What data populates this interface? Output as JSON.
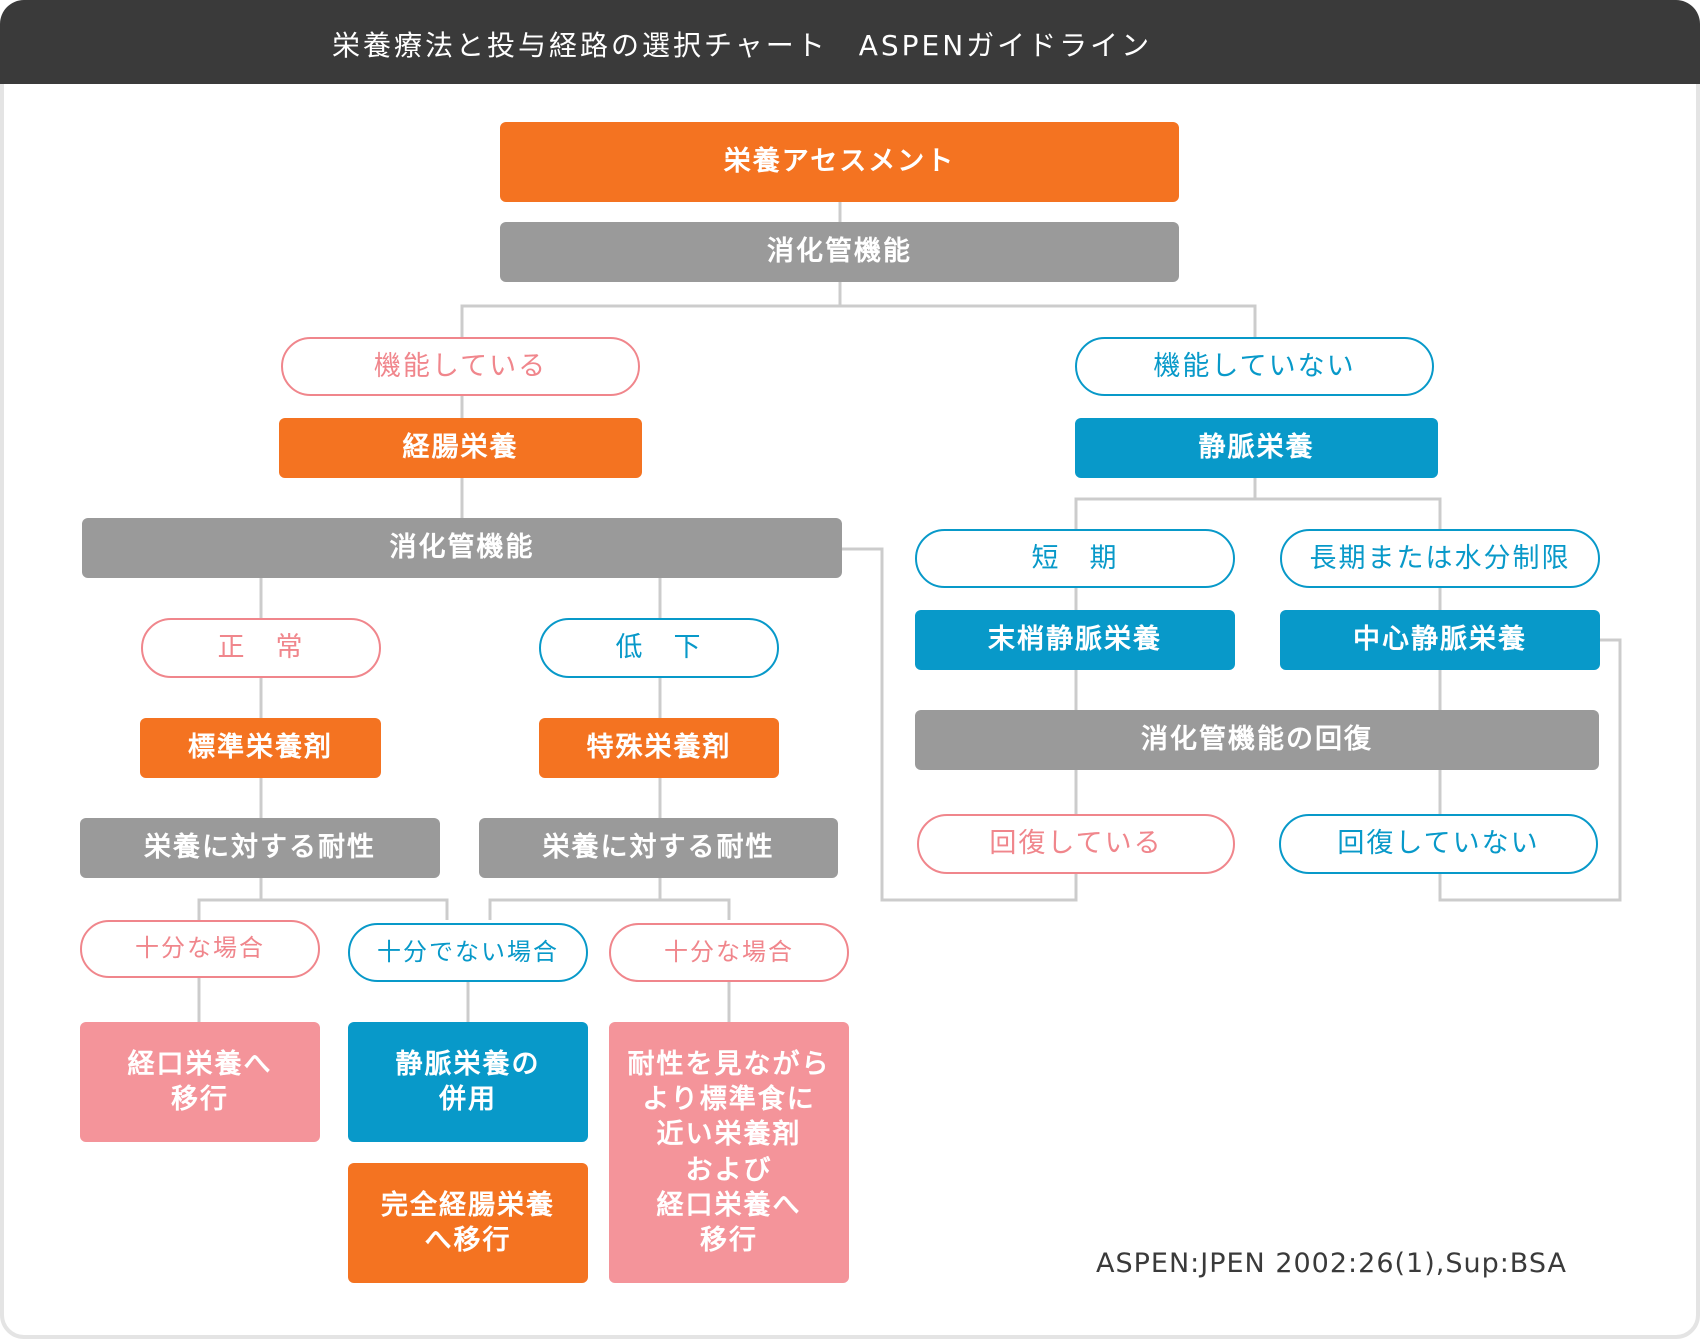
{
  "header": {
    "title": "栄養療法と投与経路の選択チャート　ASPENガイドライン"
  },
  "nodes": {
    "assessment": "栄養アセスメント",
    "gi_function_top": "消化管機能",
    "functioning": "機能している",
    "not_functioning": "機能していない",
    "enteral": "経腸栄養",
    "parenteral": "静脈栄養",
    "gi_function_mid": "消化管機能",
    "short_term": "短　期",
    "long_term": "長期または水分制限",
    "normal": "正　常",
    "reduced": "低　下",
    "peripheral_pn": "末梢静脈栄養",
    "central_pn": "中心静脈栄養",
    "standard_formula": "標準栄養剤",
    "special_formula": "特殊栄養剤",
    "gi_recovery": "消化管機能の回復",
    "tolerance_left": "栄養に対する耐性",
    "tolerance_right": "栄養に対する耐性",
    "recovered": "回復している",
    "not_recovered": "回復していない",
    "adequate_left": "十分な場合",
    "inadequate": "十分でない場合",
    "adequate_right": "十分な場合",
    "oral_transition": [
      "経口栄養へ",
      "移行"
    ],
    "combined_pn": [
      "静脈栄養の",
      "併用"
    ],
    "total_enteral": [
      "完全経腸栄養",
      "へ移行"
    ],
    "advance_diet": [
      "耐性を見ながら",
      "より標準食に",
      "近い栄養剤",
      "および",
      "経口栄養へ",
      "移行"
    ]
  },
  "citation": "ASPEN:JPEN 2002:26(1),Sup:BSA",
  "colors": {
    "header_bg": "#3a3a3a",
    "orange": "#f47321",
    "gray": "#9a9a9a",
    "blue": "#0899c9",
    "pink": "#f4949a",
    "pink_outline": "#f0868c",
    "connector": "#cccccc"
  }
}
